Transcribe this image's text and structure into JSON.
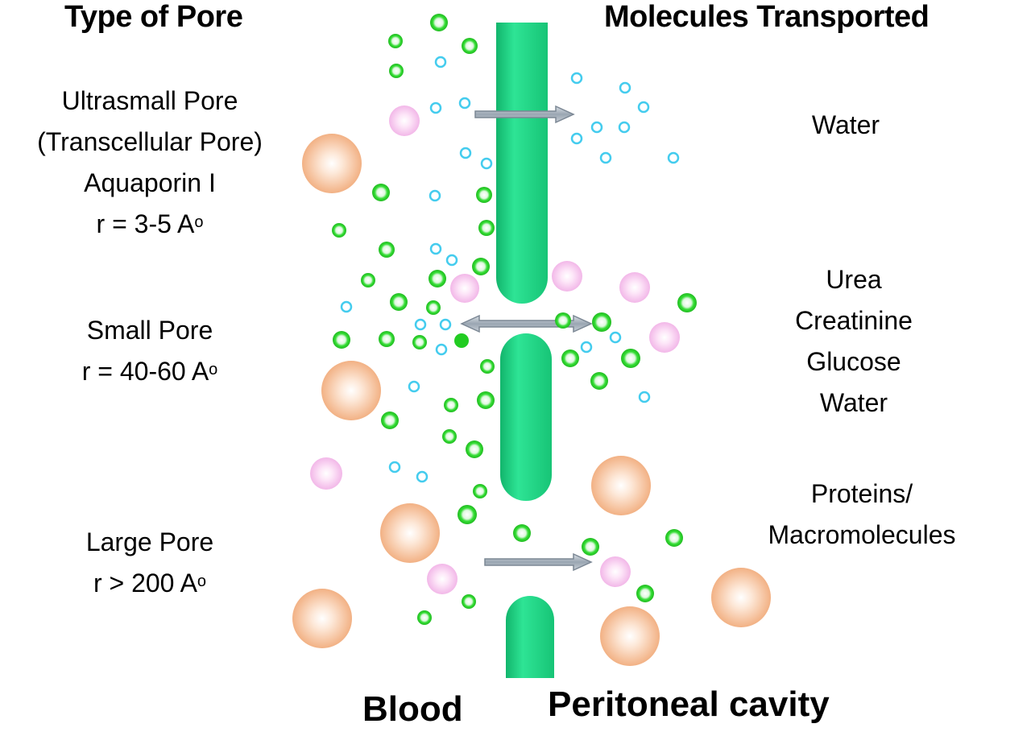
{
  "headings": {
    "type_of_pore": "Type of Pore",
    "molecules_transported": "Molecules Transported"
  },
  "pores": [
    {
      "lines": [
        "Ultrasmall Pore",
        "(Transcellular Pore)",
        "Aquaporin I"
      ],
      "radius_prefix": "r = 3-5 A",
      "radius_unit_sup": "o"
    },
    {
      "lines": [
        "Small Pore"
      ],
      "radius_prefix": "r = 40-60 A",
      "radius_unit_sup": "o"
    },
    {
      "lines": [
        "Large Pore"
      ],
      "radius_prefix": "r  > 200 A",
      "radius_unit_sup": "o"
    }
  ],
  "molecules": [
    {
      "lines": [
        "Water"
      ]
    },
    {
      "lines": [
        "Urea",
        "Creatinine",
        "Glucose",
        "Water"
      ]
    },
    {
      "lines": [
        "Proteins/",
        "Macromolecules"
      ]
    }
  ],
  "sides": {
    "blood": "Blood",
    "peritoneal": "Peritoneal cavity"
  },
  "colors": {
    "membrane": "#1fd383",
    "green_particle": "#33dd33",
    "blue_particle": "#44ccee",
    "pink_particle": "#f7c6ef",
    "peach_particle": "#f5b98c",
    "arrow": "#a9b3be"
  }
}
